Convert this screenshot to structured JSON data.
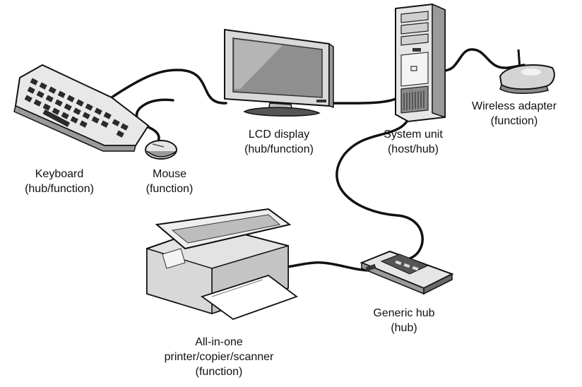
{
  "colors": {
    "cable": "#111111",
    "device_light": "#e6e6e6",
    "device_mid": "#bdbdbd",
    "device_dark": "#555555",
    "screen": "#9a9a9a"
  },
  "devices": {
    "keyboard": {
      "icon": "keyboard-icon",
      "name": "Keyboard",
      "role": "(hub/function)"
    },
    "mouse": {
      "icon": "mouse-icon",
      "name": "Mouse",
      "role": "(function)"
    },
    "lcd": {
      "icon": "monitor-icon",
      "name": "LCD display",
      "role": "(hub/function)"
    },
    "system": {
      "icon": "computer-tower-icon",
      "name": "System unit",
      "role": "(host/hub)"
    },
    "wireless": {
      "icon": "wireless-adapter-icon",
      "name": "Wireless adapter",
      "role": "(function)"
    },
    "hub": {
      "icon": "usb-hub-icon",
      "name": "Generic hub",
      "role": "(hub)"
    },
    "printer": {
      "icon": "printer-icon",
      "line1": "All-in-one",
      "line2": "printer/copier/scanner",
      "role": "(function)"
    }
  }
}
